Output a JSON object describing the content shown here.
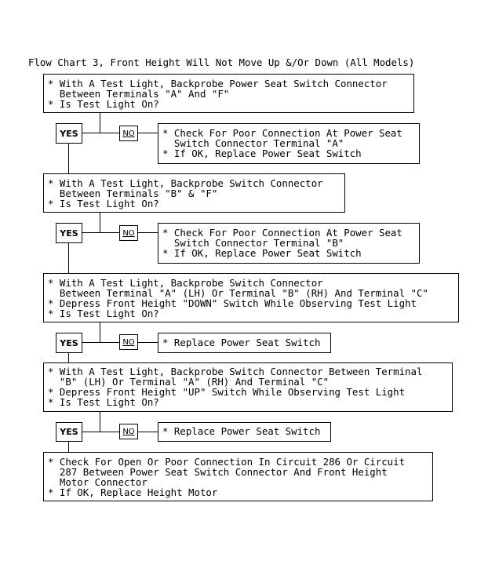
{
  "title": "Flow Chart 3, Front Height Will Not Move Up &/Or Down (All Models)",
  "steps": [
    {
      "lines": [
        "* With A Test Light, Backprobe Power Seat Switch Connector",
        "  Between Terminals \"A\" And \"F\"",
        "* Is Test Light On?"
      ]
    },
    {
      "lines": [
        "* With A Test Light, Backprobe Switch Connector",
        "  Between Terminals \"B\" & \"F\"",
        "* Is Test Light On?"
      ]
    },
    {
      "lines": [
        "* With A Test Light, Backprobe Switch Connector",
        "  Between Terminal \"A\" (LH) Or Terminal \"B\" (RH) And Terminal \"C\"",
        "* Depress Front Height \"DOWN\" Switch While Observing Test Light",
        "* Is Test Light On?"
      ]
    },
    {
      "lines": [
        "* With A Test Light, Backprobe Switch Connector Between Terminal",
        "  \"B\" (LH) Or Terminal \"A\" (RH) And Terminal \"C\"",
        "* Depress Front Height \"UP\" Switch While Observing Test Light",
        "* Is Test Light On?"
      ]
    },
    {
      "lines": [
        "* Check For Open Or Poor Connection In Circuit 286 Or Circuit",
        "  287 Between Power Seat Switch Connector And Front Height",
        "  Motor Connector",
        "* If OK, Replace Height Motor"
      ]
    }
  ],
  "branches": [
    {
      "yes_label": "YES",
      "no_label": "NO",
      "no_lines": [
        "* Check For Poor Connection At Power Seat",
        "  Switch Connector Terminal \"A\"",
        "* If OK, Replace Power Seat Switch"
      ]
    },
    {
      "yes_label": "YES",
      "no_label": "NO",
      "no_lines": [
        "* Check For Poor Connection At Power Seat",
        "  Switch Connector Terminal \"B\"",
        "* If OK, Replace Power Seat Switch"
      ]
    },
    {
      "yes_label": "YES",
      "no_label": "NO",
      "no_lines": [
        "* Replace Power Seat Switch"
      ]
    },
    {
      "yes_label": "YES",
      "no_label": "NO",
      "no_lines": [
        "* Replace Power Seat Switch"
      ]
    }
  ]
}
